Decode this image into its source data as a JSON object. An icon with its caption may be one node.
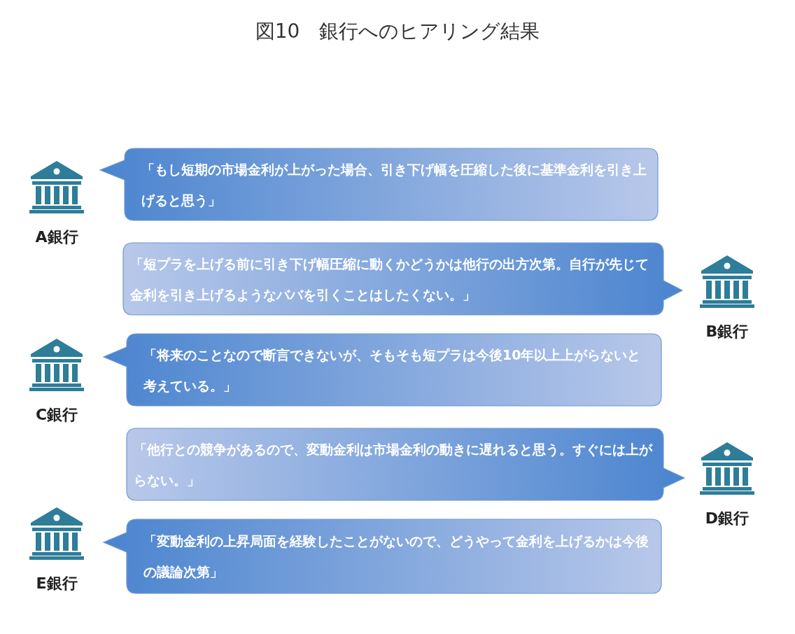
{
  "diagram": {
    "title": "図10　銀行へのヒアリング結果",
    "nodes": [
      {
        "text": [
          "A銀行"
        ]
      },
      {
        "text": [
          "「もし短期の市場金利が上がった場合、引き下げ幅を圧縮した後に基準金利を引き上げると思う」"
        ]
      },
      {
        "text": [
          "「短プラを上げる前に引き下げ幅圧縮に動くかどうかは他行の出方次第。自行が先じて金利を引き上げるようなババを引くことはしたくない。」"
        ]
      },
      {
        "text": [
          "B銀行"
        ]
      },
      {
        "text": [
          "C銀行"
        ]
      },
      {
        "text": [
          "「将来のことなので断言できないが、そもそも短プラは今後10年以上上がらないと考えている。」"
        ]
      },
      {
        "text": [
          "「他行との競争があるので、変動金利は市場金利の動きに遅れると思う。すぐには上がらない。」"
        ]
      },
      {
        "text": [
          "D銀行"
        ]
      },
      {
        "text": [
          "E銀行"
        ]
      },
      {
        "text": [
          "「変動金利の上昇局面を経験したことがないので、どうやって金利を上げるかは今後の議論次第」"
        ]
      }
    ]
  }
}
